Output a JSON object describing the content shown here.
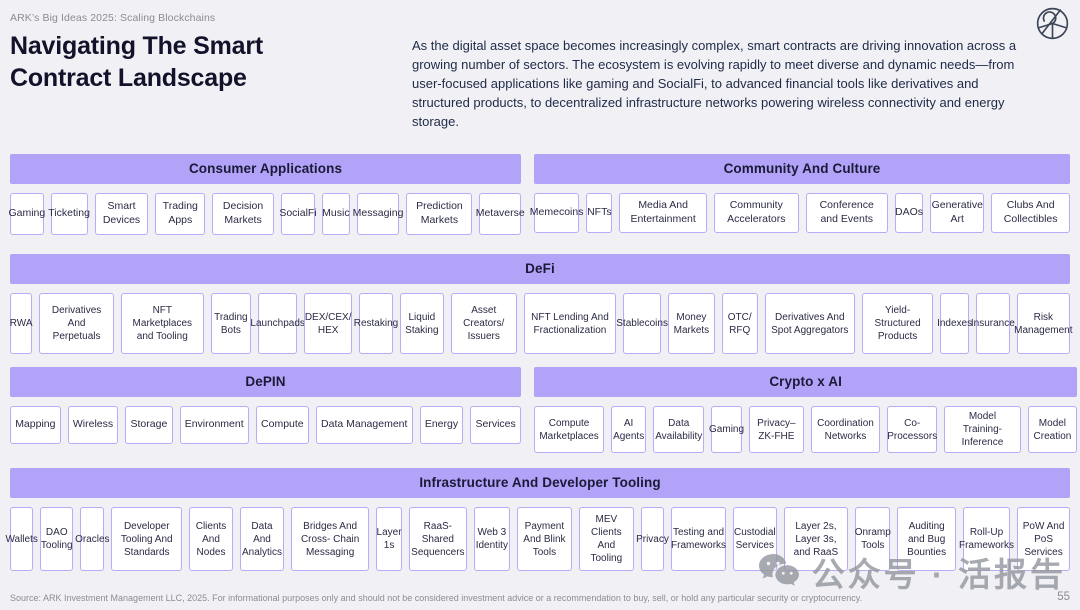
{
  "header": {
    "eyebrow": "ARK’s Big Ideas 2025: Scaling Blockchains",
    "title_line1": "Navigating The Smart",
    "title_line2": "Contract Landscape",
    "intro": "As the digital asset space becomes increasingly complex, smart contracts are driving innovation across a growing number of sectors. The ecosystem is evolving rapidly to meet diverse and dynamic needs—from user-focused applications like gaming and SocialFi, to advanced financial tools like derivatives and structured products, to decentralized infrastructure networks powering wireless connectivity and energy storage.",
    "logo_icon": "ark-logo"
  },
  "sections": [
    {
      "id": "consumer",
      "title": "Consumer Applications",
      "items": [
        "Gaming",
        "Ticketing",
        "Smart Devices",
        "Trading Apps",
        "Decision Markets",
        "SocialFi",
        "Music",
        "Messaging",
        "Prediction Markets",
        "Metaverse"
      ]
    },
    {
      "id": "community",
      "title": "Community And Culture",
      "items": [
        "Memecoins",
        "NFTs",
        "Media And Entertainment",
        "Community Accelerators",
        "Conference and Events",
        "DAOs",
        "Generative Art",
        "Clubs And Collectibles"
      ]
    },
    {
      "id": "defi",
      "title": "DeFi",
      "items": [
        "RWA",
        "Derivatives And Perpetuals",
        "NFT Marketplaces and Tooling",
        "Trading Bots",
        "Launchpads",
        "DEX/CEX/ HEX",
        "Restaking",
        "Liquid Staking",
        "Asset Creators/ Issuers",
        "NFT Lending And Fractionalization",
        "Stablecoins",
        "Money Markets",
        "OTC/ RFQ",
        "Derivatives And Spot Aggregators",
        "Yield-Structured Products",
        "Indexes",
        "Insurance",
        "Risk Management"
      ]
    },
    {
      "id": "depin",
      "title": "DePIN",
      "items": [
        "Mapping",
        "Wireless",
        "Storage",
        "Environment",
        "Compute",
        "Data Management",
        "Energy",
        "Services"
      ]
    },
    {
      "id": "cryptoai",
      "title": "Crypto x AI",
      "items": [
        "Compute Marketplaces",
        "AI Agents",
        "Data Availability",
        "Gaming",
        "Privacy– ZK-FHE",
        "Coordination Networks",
        "Co- Processors",
        "Model Training- Inference",
        "Model Creation"
      ]
    },
    {
      "id": "infra",
      "title": "Infrastructure And Developer Tooling",
      "items": [
        "Wallets",
        "DAO Tooling",
        "Oracles",
        "Developer Tooling And Standards",
        "Clients And Nodes",
        "Data And Analytics",
        "Bridges And Cross- Chain Messaging",
        "Layer 1s",
        "RaaS-Shared Sequencers",
        "Web 3 Identity",
        "Payment And Blink Tools",
        "MEV Clients And Tooling",
        "Privacy",
        "Testing and Frameworks",
        "Custodial Services",
        "Layer 2s, Layer 3s, and RaaS",
        "Onramp Tools",
        "Auditing and Bug Bounties",
        "Roll-Up Frameworks",
        "PoW And PoS Services"
      ]
    }
  ],
  "footer": {
    "source": "Source: ARK Investment Management LLC, 2025. For informational purposes only and should not be considered investment advice or a recommendation to buy, sell, or hold any particular security or cryptocurrency.",
    "page_number": "55"
  },
  "watermark": {
    "icon": "wechat-icon",
    "text": "公众号 · 活报告"
  },
  "colors": {
    "background": "#f1f0f5",
    "header_bar": "#b2a3f8",
    "box_border": "#b9abf8",
    "text_dark": "#12122b",
    "gray_text": "#8c8c94",
    "watermark": "#9598a0"
  }
}
